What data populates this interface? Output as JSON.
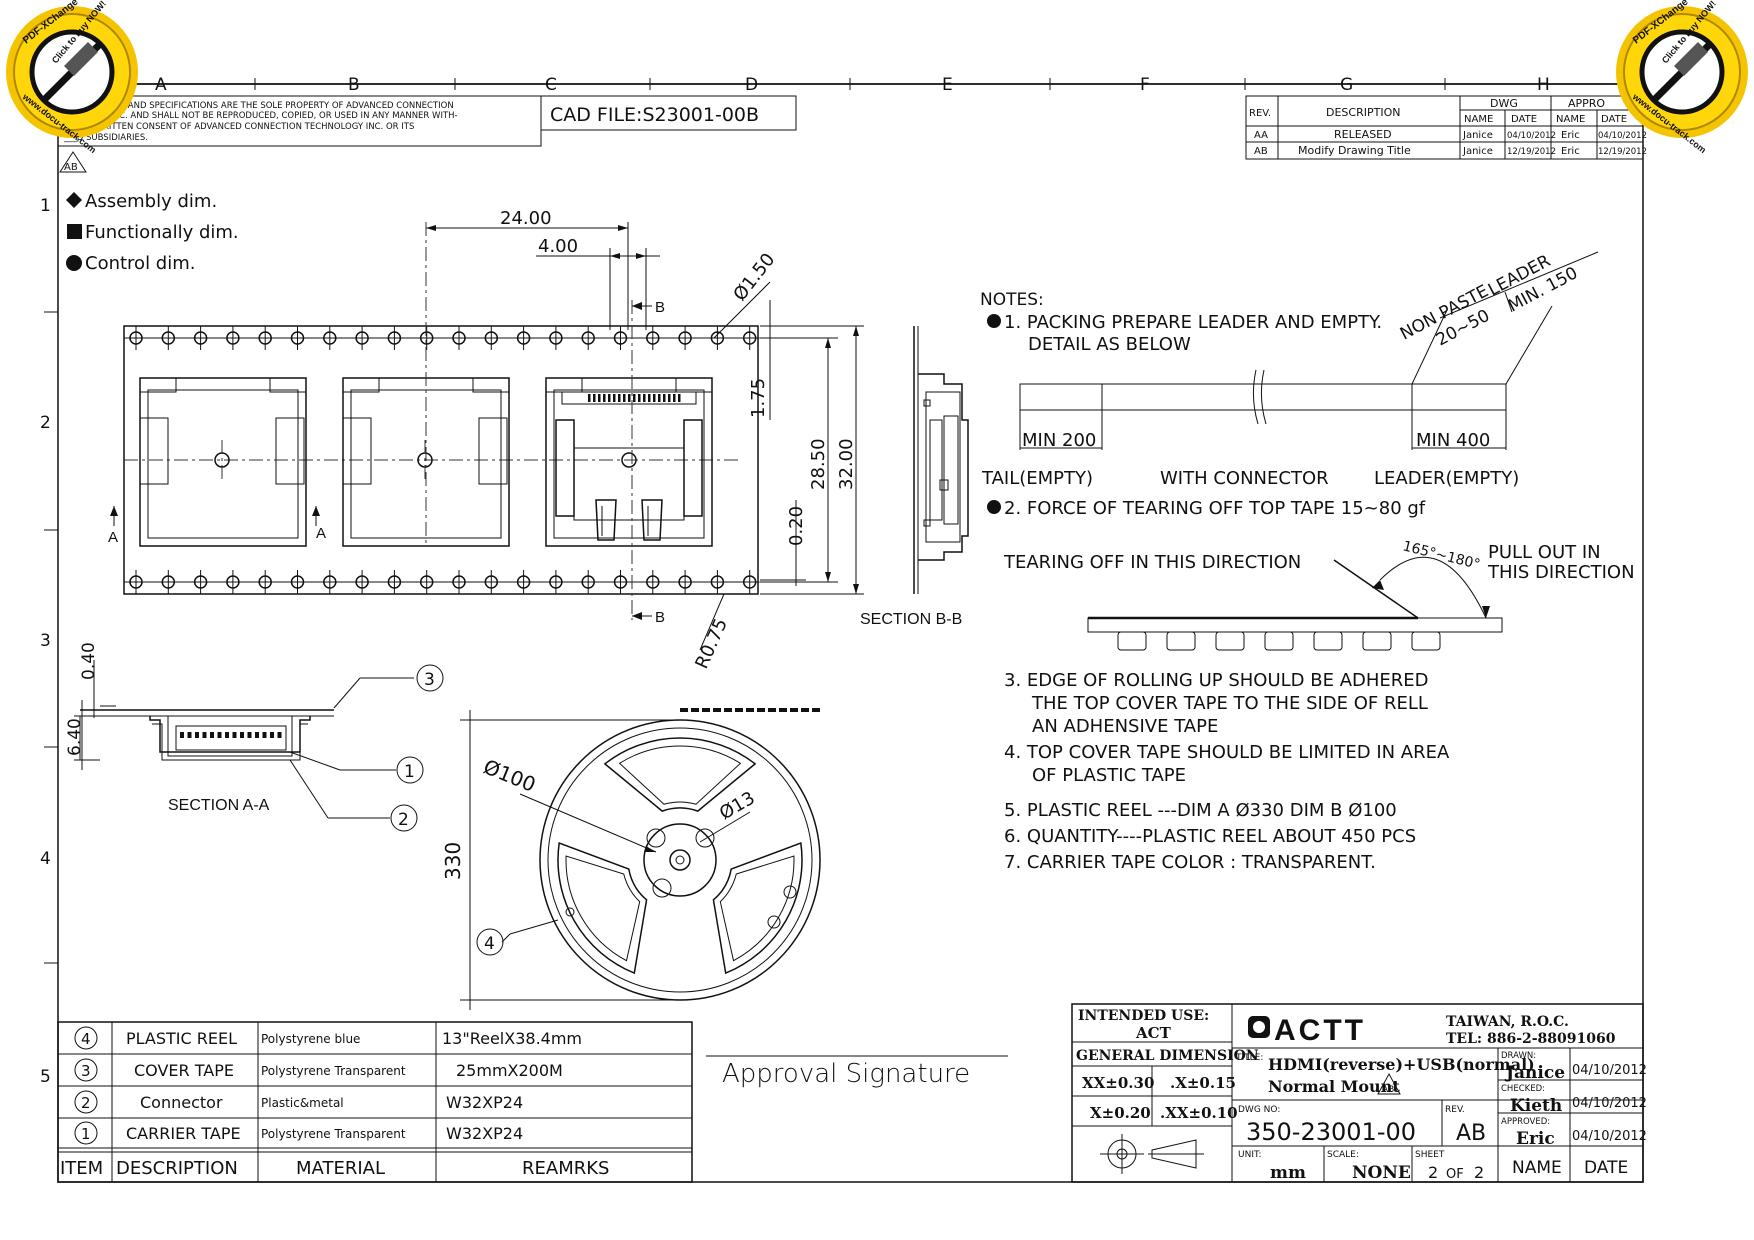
{
  "frame": {
    "cols": [
      "A",
      "B",
      "C",
      "D",
      "E",
      "F",
      "G",
      "H"
    ],
    "rows": [
      "1",
      "2",
      "3",
      "4",
      "5"
    ]
  },
  "property_notice": [
    "THESE DRA___ AND SPECIFICATIONS ARE THE SOLE PROPERTY OF ADVANCED CONNECTION",
    "TECHNO___NC. AND SHALL NOT BE REPRODUCED, COPIED, OR USED IN ANY MANNER WITH-",
    "___IOR WRITTEN CONSENT OF ADVANCED CONNECTION TECHNOLOGY INC. OR ITS",
    "___D SUBSIDIARIES."
  ],
  "cad_file": "CAD FILE:S23001-00B",
  "revision_table": {
    "headers": {
      "rev": "REV.",
      "desc": "DESCRIPTION",
      "dwg": "DWG",
      "appr": "APPRO",
      "name": "NAME",
      "date": "DATE"
    },
    "rows": [
      {
        "rev": "AA",
        "desc": "RELEASED",
        "dname": "Janice",
        "ddate": "04/10/2012",
        "aname": "Eric",
        "adate": "04/10/2012"
      },
      {
        "rev": "AB",
        "desc": "Modify Drawing Title",
        "dname": "Janice",
        "ddate": "12/19/2012",
        "aname": "Eric",
        "adate": "12/19/2012"
      }
    ]
  },
  "watermark": {
    "line1": "PDF-XChange Viewer",
    "line2": "Click to buy NOW!",
    "line3": "www.docu-track.com"
  },
  "rev_mark": "AB",
  "legend": [
    {
      "symbol": "diamond",
      "label": "Assembly dim."
    },
    {
      "symbol": "square",
      "label": "Functionally dim."
    },
    {
      "symbol": "circle",
      "label": "Control dim."
    }
  ],
  "dims": {
    "w24": "24.00",
    "w4": "4.00",
    "d150": "Ø1.50",
    "h175": "1.75",
    "h2850": "28.50",
    "h3200": "32.00",
    "h020": "0.20",
    "r075": "R0.75",
    "sec_b": "B",
    "sec_a": "A",
    "d040": "0.40",
    "d640": "6.40",
    "d100": "Ø100",
    "d13": "Ø13",
    "d330": "330"
  },
  "section_bb": "SECTION B-B",
  "section_aa": "SECTION A-A",
  "balloons": [
    "1",
    "2",
    "3",
    "4"
  ],
  "notes": {
    "title": "NOTES:",
    "n1a": "1. PACKING PREPARE LEADER AND EMPTY.",
    "n1b": "DETAIL AS BELOW",
    "non_paste": "NON PASTE",
    "range": "20~50",
    "leader": "LEADER",
    "min150": "MIN. 150",
    "min200": "MIN 200",
    "min400": "MIN 400",
    "tail": "TAIL(EMPTY)",
    "with_conn": "WITH CONNECTOR",
    "leader_empty": "LEADER(EMPTY)",
    "n2": "2. FORCE OF TEARING OFF TOP TAPE 15~80 gf",
    "tearing": "TEARING OFF IN THIS DIRECTION",
    "angle": "165°~180°",
    "pull1": "PULL OUT IN",
    "pull2": "THIS DIRECTION",
    "n3a": "3. EDGE OF ROLLING UP SHOULD BE ADHERED",
    "n3b": "THE TOP COVER TAPE TO THE SIDE OF RELL",
    "n3c": "AN ADHENSIVE TAPE",
    "n4a": "4. TOP COVER TAPE SHOULD BE LIMITED IN AREA",
    "n4b": "OF PLASTIC TAPE",
    "n5": "5. PLASTIC REEL ---DIM A Ø330  DIM B Ø100",
    "n6": "6. QUANTITY----PLASTIC REEL ABOUT 450 PCS",
    "n7": "7. CARRIER TAPE COLOR : TRANSPARENT."
  },
  "bom": {
    "header": {
      "item": "ITEM",
      "desc": "DESCRIPTION",
      "mat": "MATERIAL",
      "rem": "REAMRKS"
    },
    "rows": [
      {
        "item": "4",
        "desc": "PLASTIC REEL",
        "mat": "Polystyrene blue",
        "rem": "13\"ReelX38.4mm"
      },
      {
        "item": "3",
        "desc": "COVER TAPE",
        "mat": "Polystyrene Transparent",
        "rem": "25mmX200M"
      },
      {
        "item": "2",
        "desc": "Connector",
        "mat": "Plastic&metal",
        "rem": "W32XP24"
      },
      {
        "item": "1",
        "desc": "CARRIER TAPE",
        "mat": "Polystyrene Transparent",
        "rem": "W32XP24"
      }
    ]
  },
  "approval": "Approval Signature",
  "title_block": {
    "intended_use": "INTENDED USE:",
    "intended_val": "ACT",
    "general_dim": "GENERAL DIMENSION",
    "tol1a": "XX±0.30",
    "tol1b": ".X±0.15",
    "tol2a": "X±0.20",
    "tol2b": ".XX±0.10",
    "logo": "ACTT",
    "taiwan": "TAIWAN, R.O.C.",
    "tel": "TEL: 886-2-88091060",
    "title_lbl": "TITLE:",
    "title1": "HDMI(reverse)+USB(normal)",
    "title2": "Normal Mount",
    "drawn_lbl": "DRAWN:",
    "drawn": "Janice",
    "drawn_date": "04/10/2012",
    "checked_lbl": "CHECKED:",
    "checked": "Kieth",
    "checked_date": "04/10/2012",
    "approved_lbl": "APPROVED:",
    "approved": "Eric",
    "approved_date": "04/10/2012",
    "dwg_lbl": "DWG NO:",
    "dwg_no": "350-23001-00",
    "rev_lbl": "REV.",
    "rev": "AB",
    "unit_lbl": "UNIT:",
    "unit": "mm",
    "scale_lbl": "SCALE:",
    "scale": "NONE",
    "sheet_lbl": "SHEET",
    "sheet_a": "2",
    "sheet_of": "OF",
    "sheet_b": "2",
    "name": "NAME",
    "date": "DATE"
  }
}
